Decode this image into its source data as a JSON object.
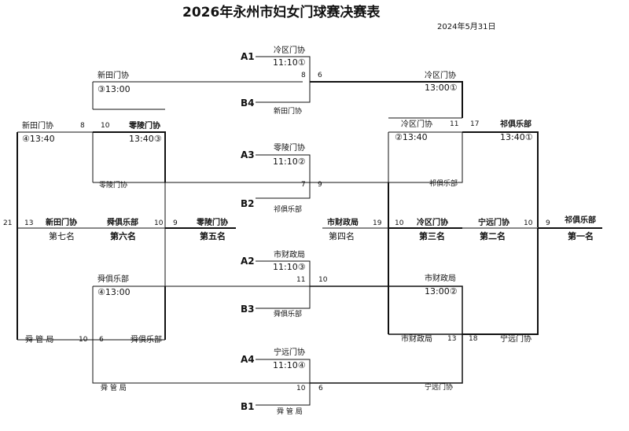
{
  "title": "2026年永州市妇女门球赛决赛表",
  "date": "2024年5月31日",
  "seeds": {
    "A1": "A1",
    "B4": "B4",
    "A3": "A3",
    "B2": "B2",
    "A2": "A2",
    "B3": "B3",
    "A4": "A4",
    "B1": "B1"
  },
  "teams": {
    "lengqu": "冷区门协",
    "xintian": "新田门协",
    "lingling": "零陵门协",
    "lingling_alt": "零陵门协",
    "qiju": "祁俱乐部",
    "shunju": "舜俱乐部",
    "shiju": "市财政局",
    "ningyuan": "宁远门协",
    "shunguan": "舜 管 局"
  },
  "times": {
    "a1": "11:10①",
    "a3": "11:10②",
    "a2": "11:10③",
    "a4": "11:10④",
    "q1": "③13:00",
    "q2": "13:00①",
    "q3": "13:40③",
    "q4": "④13:40",
    "q5": "②13:40",
    "q6": "13:40①",
    "q7": "④13:00",
    "q8": "13:00②"
  },
  "scores": {
    "s8": "8",
    "s6": "6",
    "s7": "7",
    "s9": "9",
    "s11": "11",
    "s10": "10",
    "s13": "13",
    "s17": "17",
    "s18": "18",
    "s19": "19",
    "s21": "21"
  },
  "ranks": {
    "r1": "第一名",
    "r2": "第二名",
    "r3": "第三名",
    "r4": "第四名",
    "r5": "第五名",
    "r6": "第六名",
    "r7": "第七名"
  }
}
